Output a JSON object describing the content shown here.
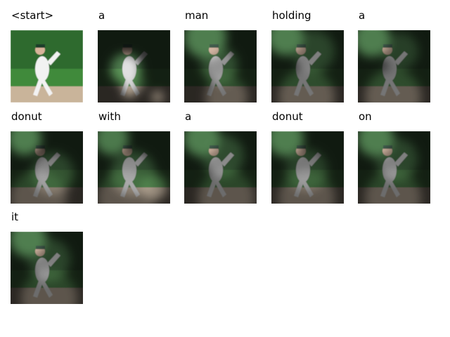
{
  "figure": {
    "tokens": [
      {
        "word": "<start>",
        "type": "original"
      },
      {
        "word": "a",
        "type": "attention"
      },
      {
        "word": "man",
        "type": "attention"
      },
      {
        "word": "holding",
        "type": "attention"
      },
      {
        "word": "a",
        "type": "attention"
      },
      {
        "word": "donut",
        "type": "attention"
      },
      {
        "word": "with",
        "type": "attention"
      },
      {
        "word": "a",
        "type": "attention"
      },
      {
        "word": "donut",
        "type": "attention"
      },
      {
        "word": "on",
        "type": "attention"
      },
      {
        "word": "it",
        "type": "attention"
      }
    ]
  },
  "colors": {
    "background": "#ffffff",
    "text": "#000000",
    "grass": "#3f8a3a",
    "trees": "#2f6b2e",
    "dirt": "#c9b49a",
    "jersey": "#f2f2f2",
    "dark_overlay": "#000000"
  }
}
